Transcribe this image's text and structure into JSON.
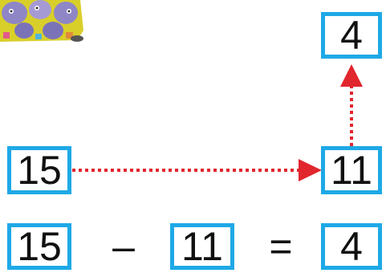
{
  "diagram": {
    "top_result": "4",
    "row1": {
      "start": "15",
      "middle": "11"
    },
    "equation": {
      "a": "15",
      "op": "–",
      "b": "11",
      "eq": "=",
      "result": "4"
    },
    "colors": {
      "box_border": "#1ea9e6",
      "arrow": "#e1262d",
      "text": "#111111"
    },
    "illustration": "cartoon-animals-picture"
  }
}
